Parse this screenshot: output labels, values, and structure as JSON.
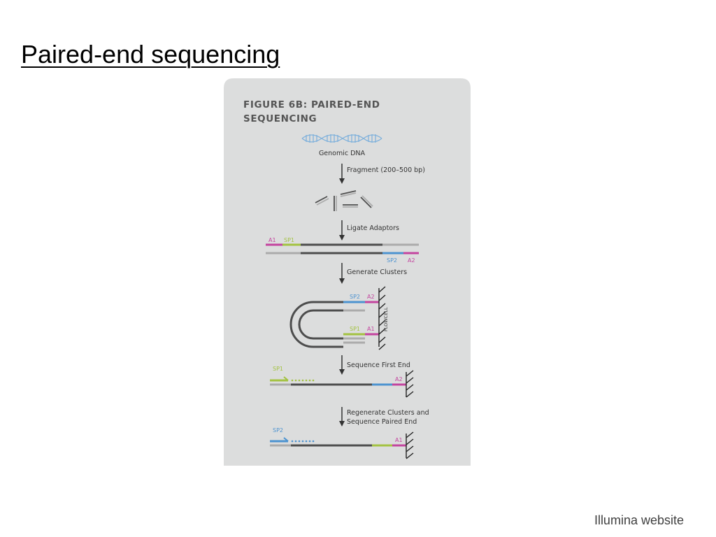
{
  "slide": {
    "title": "Paired-end sequencing",
    "caption": "Illumina website"
  },
  "figure": {
    "title_line1": "FIGURE 6B: PAIRED-END",
    "title_line2": "SEQUENCING",
    "genomic_dna_label": "Genomic DNA",
    "steps": {
      "fragment": "Fragment (200–500 bp)",
      "ligate": "Ligate Adaptors",
      "generate": "Generate Clusters",
      "sequence_first": "Sequence First End",
      "regenerate_line1": "Regenerate Clusters and",
      "regenerate_line2": "Sequence Paired End"
    },
    "labels": {
      "a1": "A1",
      "a2": "A2",
      "sp1": "SP1",
      "sp2": "SP2",
      "flowcell": "FLOWCELL"
    }
  },
  "colors": {
    "panel_background": "#dcdddd",
    "insert_dark": "#4d4d4d",
    "adaptor_light": "#ababab",
    "a1_a2_magenta": "#c3449e",
    "sp1_green": "#a3c241",
    "sp2_blue": "#4d93d0",
    "dna_blue": "#7fb1dc"
  }
}
